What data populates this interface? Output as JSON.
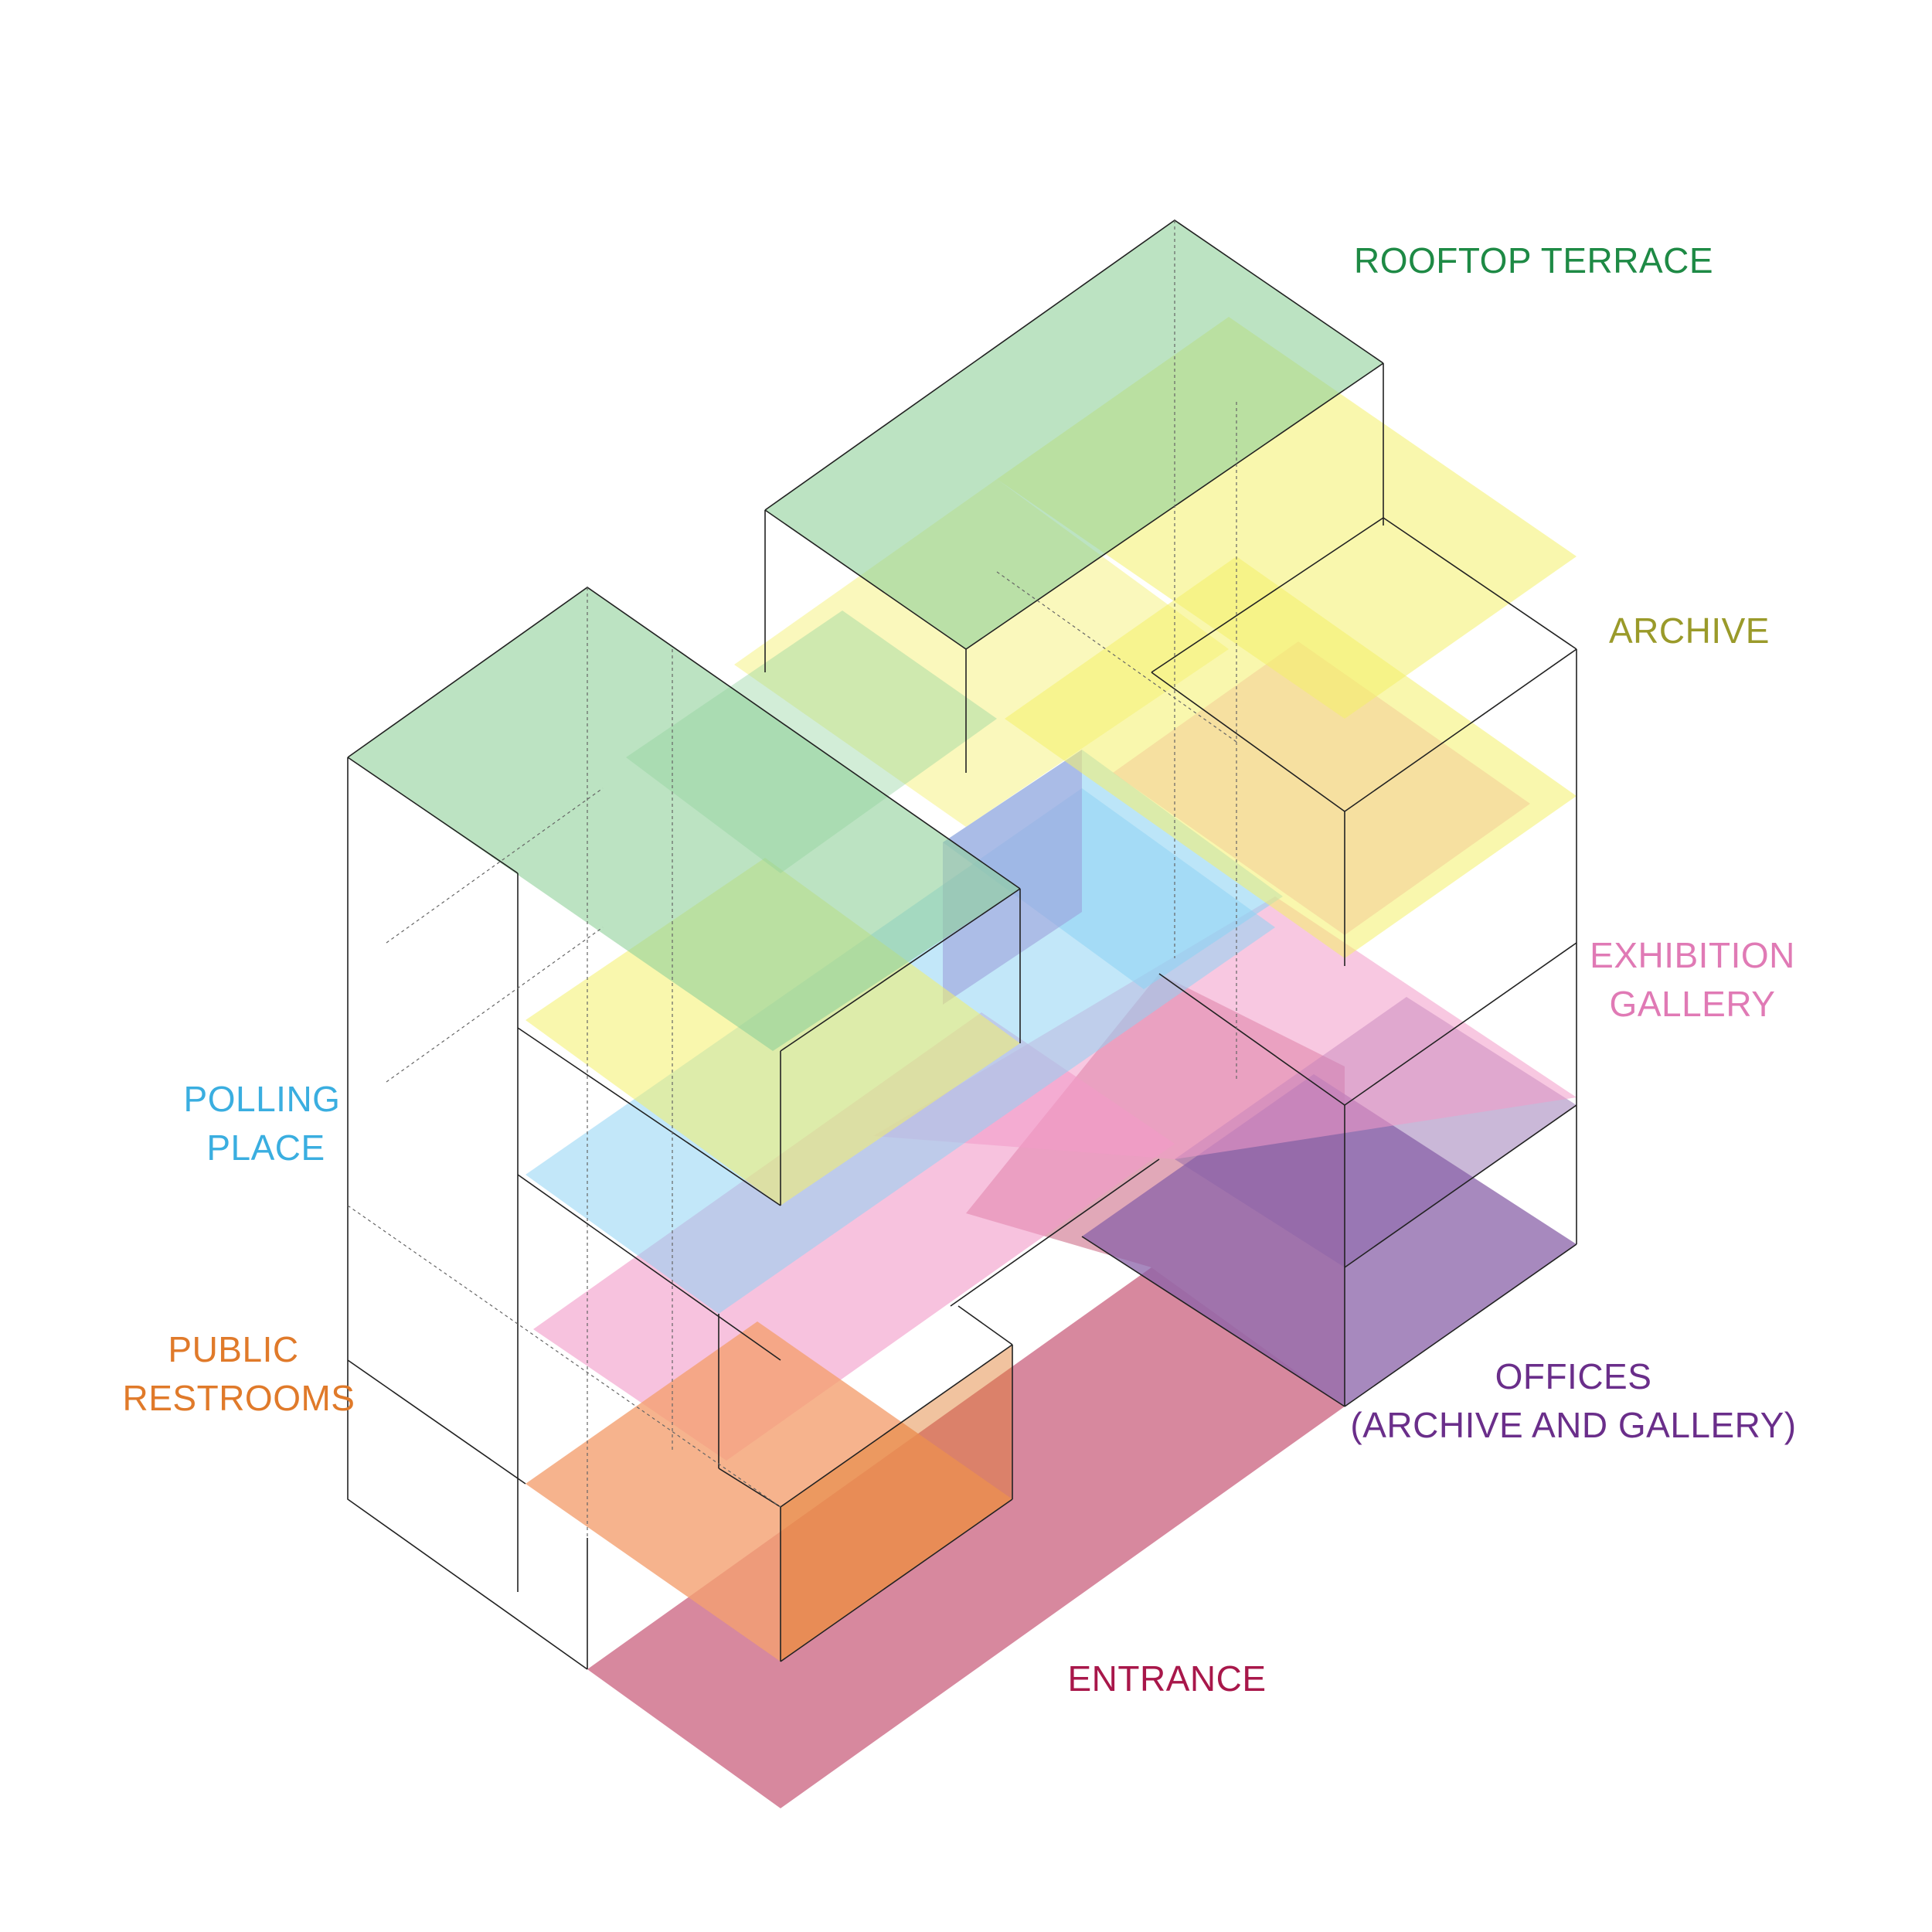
{
  "diagram": {
    "labels": {
      "rooftop_terrace": "ROOFTOP TERRACE",
      "archive": "ARCHIVE",
      "exhibition_gallery_line1": "EXHIBITION",
      "exhibition_gallery_line2": "GALLERY",
      "polling_place_line1": "POLLING",
      "polling_place_line2": "PLACE",
      "public_restrooms_line1": "PUBLIC",
      "public_restrooms_line2": "RESTROOMS",
      "offices_line1": "OFFICES",
      "offices_line2": "(ARCHIVE AND GALLERY)",
      "entrance": "ENTRANCE"
    },
    "colors": {
      "rooftop_terrace": "#1e8a45",
      "archive": "#9a9a2a",
      "exhibition_gallery": "#e07ab5",
      "polling_place": "#3aaee0",
      "public_restrooms": "#e07a2a",
      "offices": "#6a2e8a",
      "entrance": "#a8174a",
      "fill_green": "#8fd19a",
      "fill_yellow": "#f4f06a",
      "fill_pink": "#f29ac8",
      "fill_blue": "#8fd3f4",
      "fill_orange": "#f4a070",
      "fill_purple": "#8a62a8",
      "fill_entrance": "#c9607d",
      "line": "#222222"
    }
  }
}
